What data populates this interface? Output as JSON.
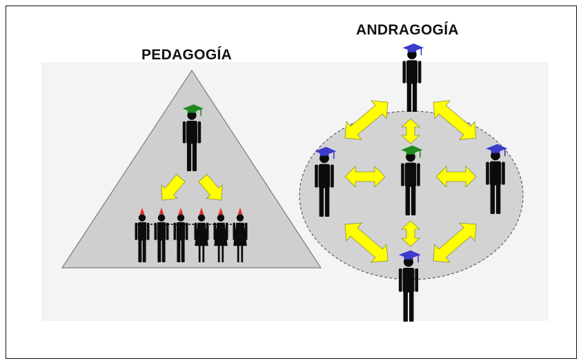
{
  "diagram": {
    "pedagogy": {
      "title": "PEDAGOGÍA",
      "panel_color": "#cfcfcf",
      "teacher_cap_color": "#1e8a1e",
      "student_hat_color": "#e03030",
      "arrow_color": "#ffff00",
      "student_count": 6
    },
    "andragogy": {
      "title": "ANDRAGOGÍA",
      "panel_color": "#d3d3d3",
      "center_cap_color": "#1e8a1e",
      "peer_cap_color": "#3c3ccc",
      "arrow_color": "#ffff00",
      "peer_count": 4
    }
  }
}
